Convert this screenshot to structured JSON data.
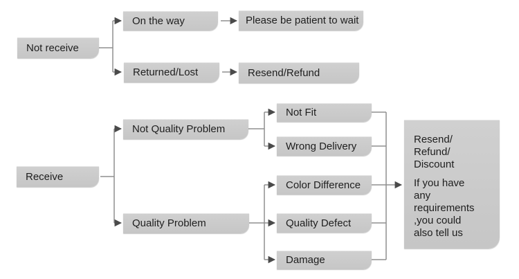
{
  "diagram": {
    "nodes": {
      "not_receive": {
        "label": "Not receive"
      },
      "on_the_way": {
        "label": "On the way"
      },
      "please_wait": {
        "label": "Please be patient to wait"
      },
      "returned_lost": {
        "label": "Returned/Lost"
      },
      "resend_refund": {
        "label": "Resend/Refund"
      },
      "receive": {
        "label": "Receive"
      },
      "not_quality_problem": {
        "label": "Not Quality Problem"
      },
      "quality_problem": {
        "label": "Quality Problem"
      },
      "not_fit": {
        "label": "Not Fit"
      },
      "wrong_delivery": {
        "label": "Wrong Delivery"
      },
      "color_difference": {
        "label": "Color Difference"
      },
      "quality_defect": {
        "label": "Quality Defect"
      },
      "damage": {
        "label": "Damage"
      },
      "outcome": {
        "title_lines": [
          "Resend/",
          "Refund/",
          "Discount"
        ],
        "note": "If you have any requirements ,you could also tell us"
      }
    },
    "edges": [
      {
        "from": "not_receive",
        "to": "on_the_way"
      },
      {
        "from": "not_receive",
        "to": "returned_lost"
      },
      {
        "from": "on_the_way",
        "to": "please_wait"
      },
      {
        "from": "returned_lost",
        "to": "resend_refund"
      },
      {
        "from": "receive",
        "to": "not_quality_problem"
      },
      {
        "from": "receive",
        "to": "quality_problem"
      },
      {
        "from": "not_quality_problem",
        "to": "not_fit"
      },
      {
        "from": "not_quality_problem",
        "to": "wrong_delivery"
      },
      {
        "from": "quality_problem",
        "to": "color_difference"
      },
      {
        "from": "quality_problem",
        "to": "quality_defect"
      },
      {
        "from": "quality_problem",
        "to": "damage"
      },
      {
        "from": "not_fit",
        "to": "outcome"
      },
      {
        "from": "wrong_delivery",
        "to": "outcome"
      },
      {
        "from": "color_difference",
        "to": "outcome"
      },
      {
        "from": "quality_defect",
        "to": "outcome"
      },
      {
        "from": "damage",
        "to": "outcome"
      }
    ],
    "colors": {
      "box_fill": "#c6c6c6",
      "box_fill_light": "#d0d0d0",
      "line_color": "#8f8f8f",
      "arrow_color": "#4a4a4a",
      "text_color": "#1e1e1e",
      "background": "#ffffff"
    }
  }
}
